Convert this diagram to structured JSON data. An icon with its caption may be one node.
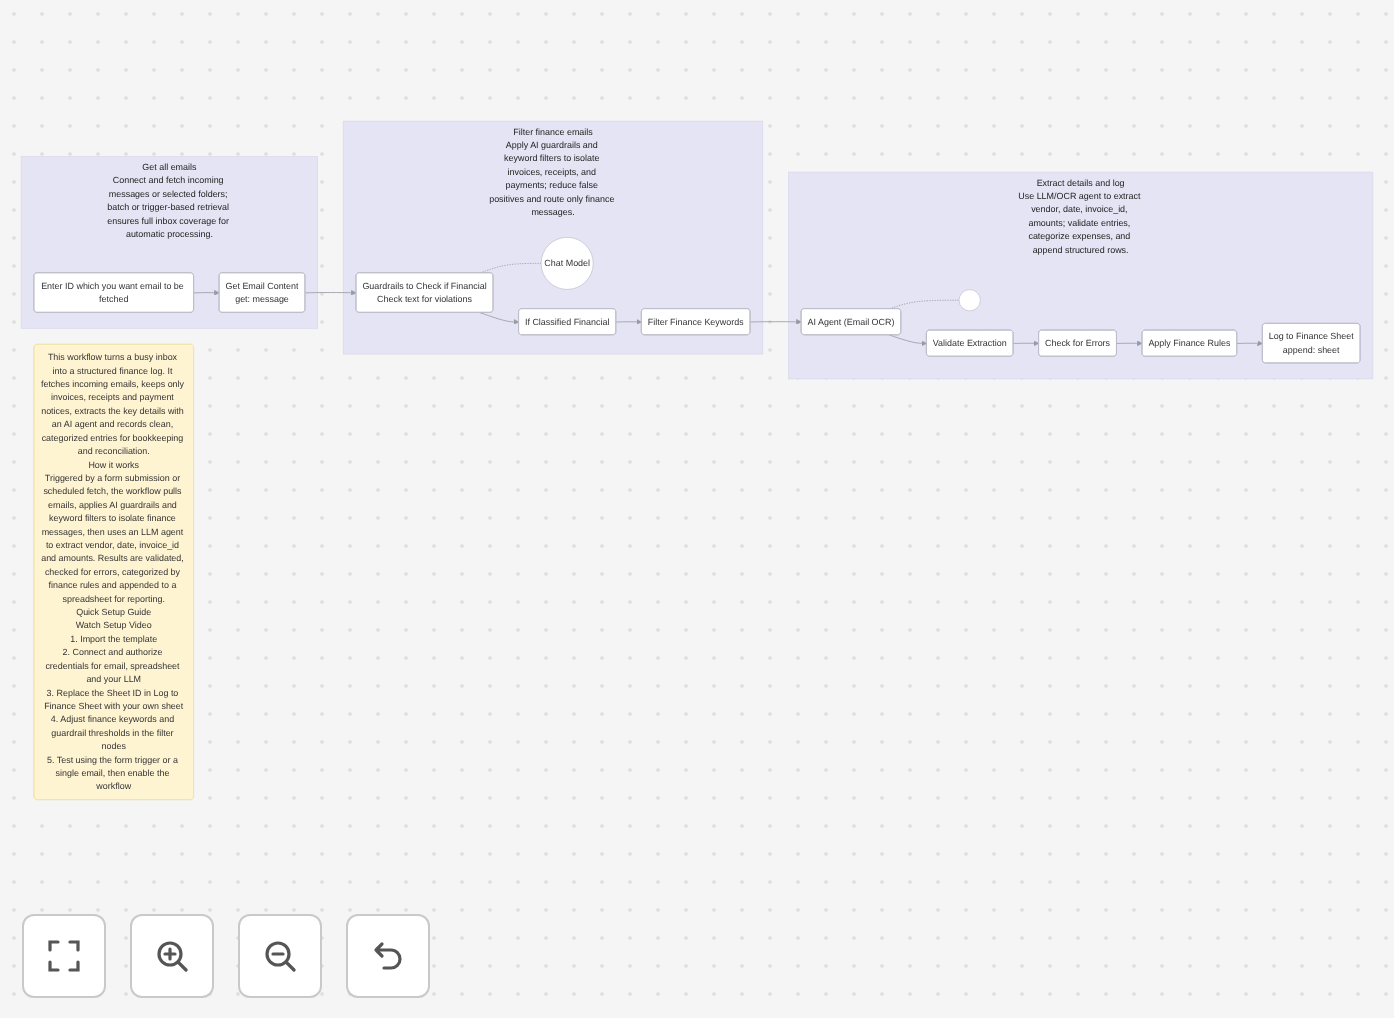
{
  "diagram": {
    "nodes": [
      {
        "text": [
          "This workflow turns a busy inbox into a structured finance log. It fetches incoming emails, keeps only invoices, receipts and payment notices, extracts the key details with an AI agent and records clean, categorized entries for bookkeeping and reconciliation.",
          "How it works",
          "Triggered by a form submission or scheduled fetch, the workflow pulls emails, applies AI guardrails and keyword filters to isolate finance messages, then uses an LLM agent to extract vendor, date, invoice_id and amounts. Results are validated, checked for errors, categorized by finance rules and appended to a spreadsheet for reporting.",
          "Quick Setup Guide",
          "Watch Setup Video",
          "1. Import the template",
          "2. Connect and authorize credentials for email, spreadsheet and your LLM",
          "3. Replace the Sheet ID in Log to Finance Sheet with your own sheet",
          "4. Adjust finance keywords and guardrail thresholds in the filter nodes",
          "5. Test using the form trigger or a single email, then enable the workflow"
        ]
      },
      {
        "text": [
          "Get all emails",
          "Connect and fetch incoming messages or selected folders; batch or trigger-based retrieval ensures full inbox coverage for automatic processing."
        ]
      },
      {
        "text": [
          "Enter ID which you want email to be fetched"
        ],
        "in": 1
      },
      {
        "text": [
          "Get Email Content",
          "get: message"
        ],
        "in": 1
      },
      {
        "text": [
          "Filter finance emails",
          "Apply AI guardrails and keyword filters to isolate invoices, receipts, and payments; reduce false positives and route only finance messages."
        ]
      },
      {
        "text": [
          "Guardrails to Check if Financial",
          "Check text for violations"
        ],
        "in": 4
      },
      {
        "text": [
          "Chat Model"
        ],
        "in": 4
      },
      {
        "text": [
          "If Classified Financial"
        ],
        "in": 4
      },
      {
        "text": [
          "Filter Finance Keywords"
        ],
        "in": 4
      },
      {
        "text": [
          "Extract details and log",
          "Use LLM/OCR agent to extract vendor, date, invoice_id, amounts; validate entries, categorize expenses, and append structured rows."
        ]
      },
      {
        "text": [
          "AI Agent (Email OCR)"
        ],
        "in": 9
      },
      {
        "text": [],
        "shape": "circle",
        "in": 9
      },
      {
        "text": [
          "Validate Extraction"
        ],
        "in": 9
      },
      {
        "text": [
          "Check for Errors"
        ],
        "in": 9
      },
      {
        "text": [
          "Apply Finance Rules"
        ],
        "in": 9
      },
      {
        "text": [
          "Log to Finance Sheet",
          "append: sheet"
        ],
        "in": 9
      }
    ],
    "edges": [
      {
        "from": 2,
        "to": 3,
        "arrow": "to"
      },
      {
        "from": 3,
        "to": 5,
        "arrow": "to"
      },
      {
        "from": 6,
        "to": 5,
        "arrow": "none",
        "style": "dashed"
      },
      {
        "from": 5,
        "to": 7,
        "arrow": "to"
      },
      {
        "from": 7,
        "to": 8,
        "arrow": "to"
      },
      {
        "from": 8,
        "to": 10,
        "arrow": "to"
      },
      {
        "from": 11,
        "to": 10,
        "arrow": "none",
        "style": "dashed"
      },
      {
        "from": 10,
        "to": 12,
        "arrow": "to"
      },
      {
        "from": 12,
        "to": 13,
        "arrow": "to"
      },
      {
        "from": 13,
        "to": 14,
        "arrow": "to"
      },
      {
        "from": 14,
        "to": 15,
        "arrow": "to"
      }
    ]
  }
}
